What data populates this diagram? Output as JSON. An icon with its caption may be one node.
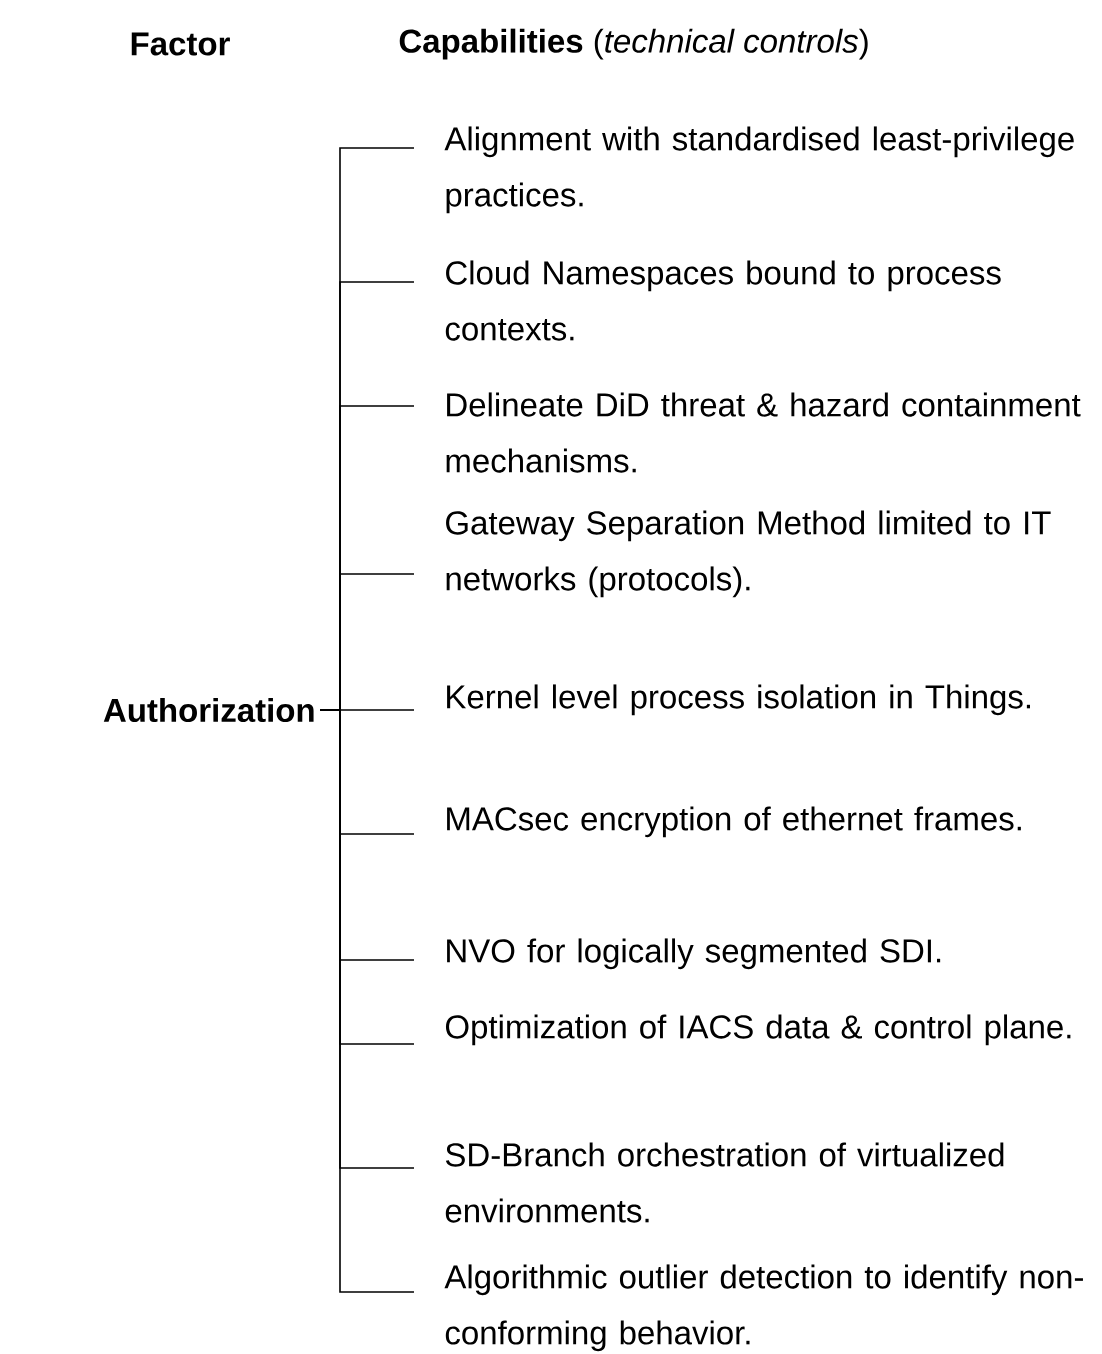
{
  "diagram": {
    "nodes": [
      {
        "text": [
          "Authorization"
        ]
      },
      {
        "text": [
          "Alignment with standardised least-privilege practices."
        ]
      },
      {
        "text": [
          "Cloud Namespaces bound to process contexts."
        ]
      },
      {
        "text": [
          "Delineate DiD threat & hazard containment mechanisms."
        ]
      },
      {
        "text": [
          "Gateway Separation Method limited to IT networks (protocols)."
        ]
      },
      {
        "text": [
          "Kernel level process isolation in Things."
        ]
      },
      {
        "text": [
          "MACsec encryption of ethernet frames."
        ]
      },
      {
        "text": [
          "NVO for logically segmented SDI."
        ]
      },
      {
        "text": [
          "Optimization of IACS data & control plane."
        ]
      },
      {
        "text": [
          "SD-Branch orchestration of virtualized environments."
        ]
      },
      {
        "text": [
          "Algorithmic outlier detection to identify non-conforming behavior."
        ]
      }
    ],
    "edges": [
      {
        "from": 0,
        "to": 1,
        "arrow": "none"
      },
      {
        "from": 0,
        "to": 2,
        "arrow": "none"
      },
      {
        "from": 0,
        "to": 3,
        "arrow": "none"
      },
      {
        "from": 0,
        "to": 4,
        "arrow": "none"
      },
      {
        "from": 0,
        "to": 5,
        "arrow": "none"
      },
      {
        "from": 0,
        "to": 6,
        "arrow": "none"
      },
      {
        "from": 0,
        "to": 7,
        "arrow": "none"
      },
      {
        "from": 0,
        "to": 8,
        "arrow": "none"
      },
      {
        "from": 0,
        "to": 9,
        "arrow": "none"
      },
      {
        "from": 0,
        "to": 10,
        "arrow": "none"
      }
    ],
    "labels": [
      "Factor",
      "**Capabilities** (*technical controls*)"
    ]
  }
}
